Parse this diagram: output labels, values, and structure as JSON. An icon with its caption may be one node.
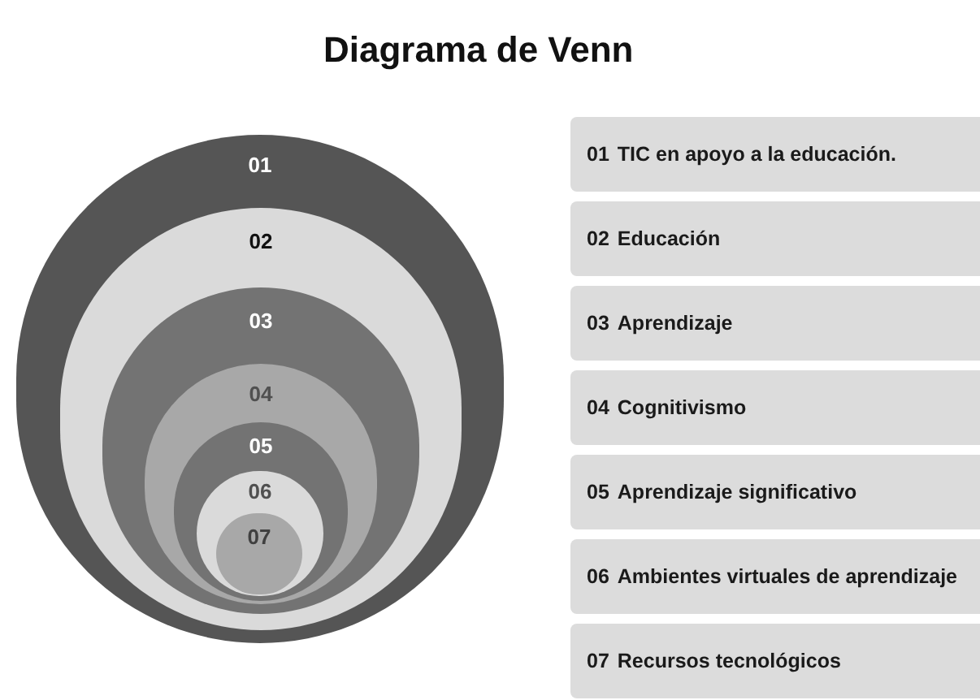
{
  "diagram": {
    "title": "Diagrama de Venn",
    "nodes": [
      {
        "text": [
          "01"
        ]
      },
      {
        "text": [
          "02"
        ],
        "in": 0
      },
      {
        "text": [
          "03"
        ],
        "in": 1
      },
      {
        "text": [
          "04"
        ],
        "in": 2
      },
      {
        "text": [
          "05"
        ],
        "in": 3
      },
      {
        "text": [
          "06"
        ],
        "in": 4
      },
      {
        "text": [
          "07"
        ],
        "in": 5
      },
      {
        "text": [
          "01",
          "TIC en apoyo a la educación."
        ]
      },
      {
        "text": [
          "02",
          "Educación"
        ]
      },
      {
        "text": [
          "03",
          "Aprendizaje"
        ]
      },
      {
        "text": [
          "04",
          "Cognitivismo"
        ]
      },
      {
        "text": [
          "05",
          "Aprendizaje significativo"
        ]
      },
      {
        "text": [
          "06",
          "Ambientes virtuales de aprendizaje"
        ]
      },
      {
        "text": [
          "07",
          "Recursos tecnológicos"
        ]
      }
    ]
  }
}
